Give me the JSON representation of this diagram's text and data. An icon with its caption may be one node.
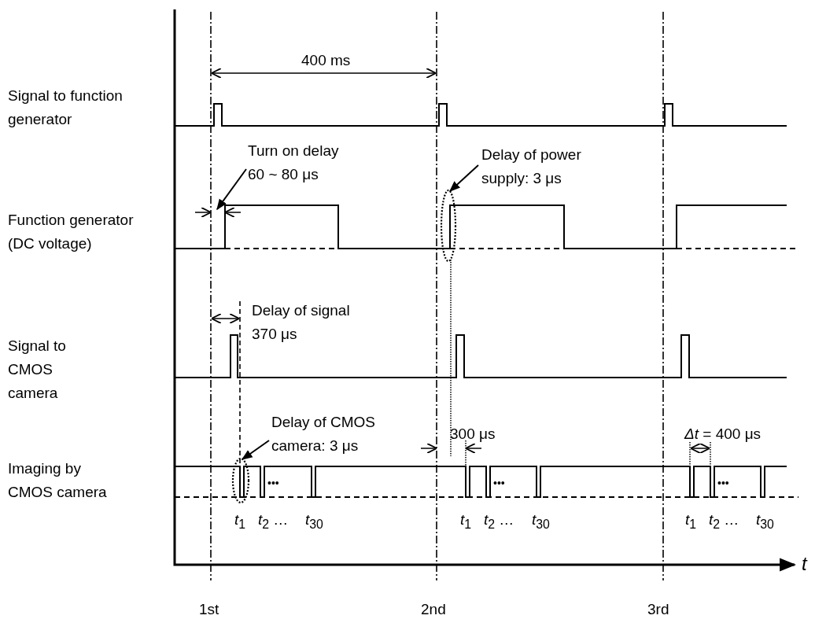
{
  "diagram": {
    "nodes": [
      {
        "text": [
          "Turn on delay 60 ~ 80 μs"
        ]
      },
      {
        "text": [
          "Delay of power supply: 3 μs"
        ]
      },
      {
        "text": [],
        "shape": "ellipse"
      },
      {
        "text": [
          "Delay of CMOS camera: 3 μs"
        ]
      },
      {
        "text": [],
        "shape": "ellipse"
      }
    ],
    "edges": [
      {
        "from": 0,
        "to": null,
        "arrow": "to"
      },
      {
        "from": 1,
        "to": 2,
        "arrow": "to"
      },
      {
        "from": 3,
        "to": 4,
        "arrow": "to"
      }
    ],
    "labels": [
      "Signal to function generator",
      "400 ms",
      "Function generator (DC voltage)",
      "Delay of signal 370 μs",
      "Signal to CMOS camera",
      "300 μs",
      "*Δt* = 400 μs",
      "Imaging by CMOS camera",
      "•••",
      "•••",
      "•••",
      "*t*$_{1}$",
      "*t*$_{2}$ …",
      "*t*$_{30}$",
      "*t*$_{1}$",
      "*t*$_{2}$ …",
      "*t*$_{30}$",
      "*t*$_{1}$",
      "*t*$_{2}$ …",
      "*t*$_{30}$",
      "t",
      "1st",
      "2nd",
      "3rd"
    ]
  }
}
